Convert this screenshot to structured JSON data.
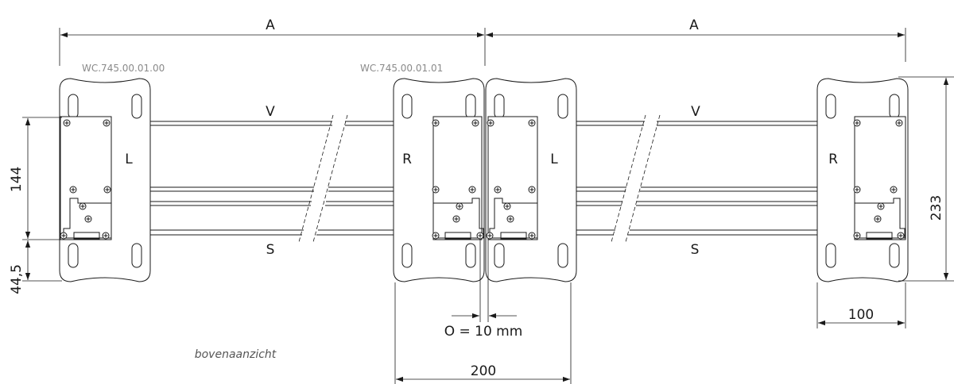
{
  "labels": {
    "dim_a": "A",
    "part_left": "WC.745.00.01.00",
    "part_right": "WC.745.00.01.01",
    "top_rail": "V",
    "bottom_rail": "S",
    "left_end": "L",
    "right_end": "R",
    "dim_144": "144",
    "dim_44_5": "44,5",
    "dim_233": "233",
    "dim_100": "100",
    "dim_200": "200",
    "gap": "O = 10 mm",
    "view": "bovenaanzicht"
  }
}
